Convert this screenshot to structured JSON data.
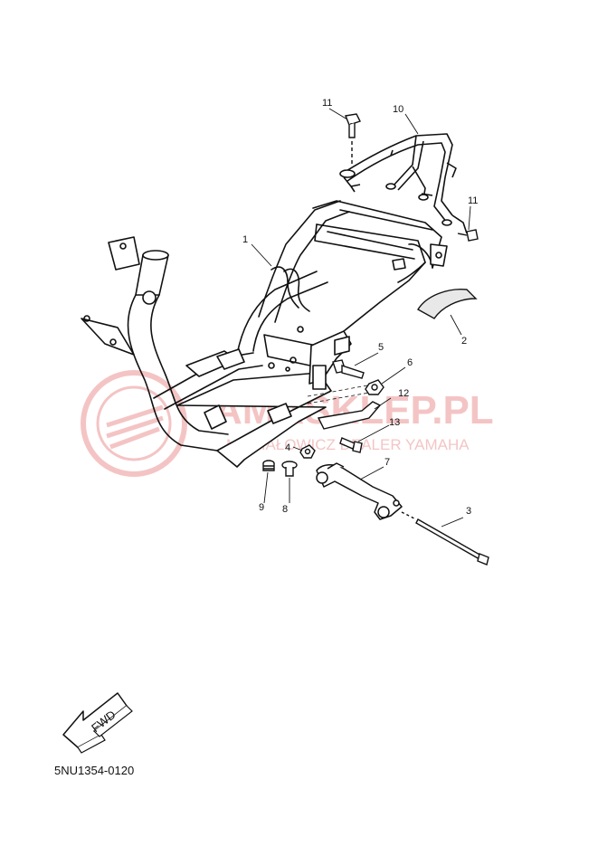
{
  "diagram_code": "5NU1354-0120",
  "fwd_label": "FWD",
  "watermark": {
    "title": "AMASKLEP.PL",
    "subtitle": "MICHAŁOWICZ DEALER YAMAHA",
    "color": "#e05a5a"
  },
  "callouts": [
    {
      "id": "p1",
      "label": "1"
    },
    {
      "id": "p2",
      "label": "2"
    },
    {
      "id": "p3",
      "label": "3"
    },
    {
      "id": "p4",
      "label": "4"
    },
    {
      "id": "p5",
      "label": "5"
    },
    {
      "id": "p6",
      "label": "6"
    },
    {
      "id": "p7",
      "label": "7"
    },
    {
      "id": "p8",
      "label": "8"
    },
    {
      "id": "p9",
      "label": "9"
    },
    {
      "id": "p10",
      "label": "10"
    },
    {
      "id": "p11a",
      "label": "11"
    },
    {
      "id": "p11b",
      "label": "11"
    },
    {
      "id": "p12",
      "label": "12"
    },
    {
      "id": "p13",
      "label": "13"
    }
  ]
}
